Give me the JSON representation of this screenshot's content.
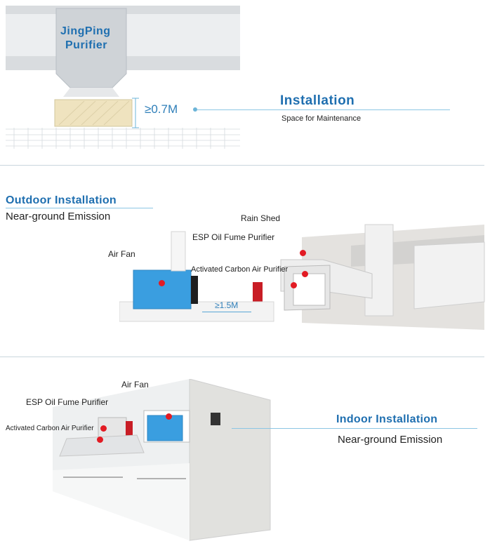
{
  "top": {
    "purifier_brand_line1": "JingPing",
    "purifier_brand_line2": "Purifier",
    "clearance": "≥0.7M",
    "title": "Installation",
    "subtitle": "Space for Maintenance"
  },
  "outdoor": {
    "title": "Outdoor Installation",
    "subtitle": "Near-ground Emission",
    "labels": {
      "rain_shed": "Rain Shed",
      "esp": "ESP Oil Fume Purifier",
      "air_fan": "Air Fan",
      "carbon": "Activated Carbon Air Purifier",
      "distance": "≥1.5M"
    }
  },
  "indoor": {
    "title": "Indoor Installation",
    "subtitle": "Near-ground Emission",
    "labels": {
      "air_fan": "Air Fan",
      "esp": "ESP Oil Fume Purifier",
      "carbon": "Activated Carbon Air Purifier"
    }
  },
  "colors": {
    "heading": "#1f6fb0",
    "callout_dot": "#e21b23",
    "leader_line": "#6cb4d8"
  }
}
